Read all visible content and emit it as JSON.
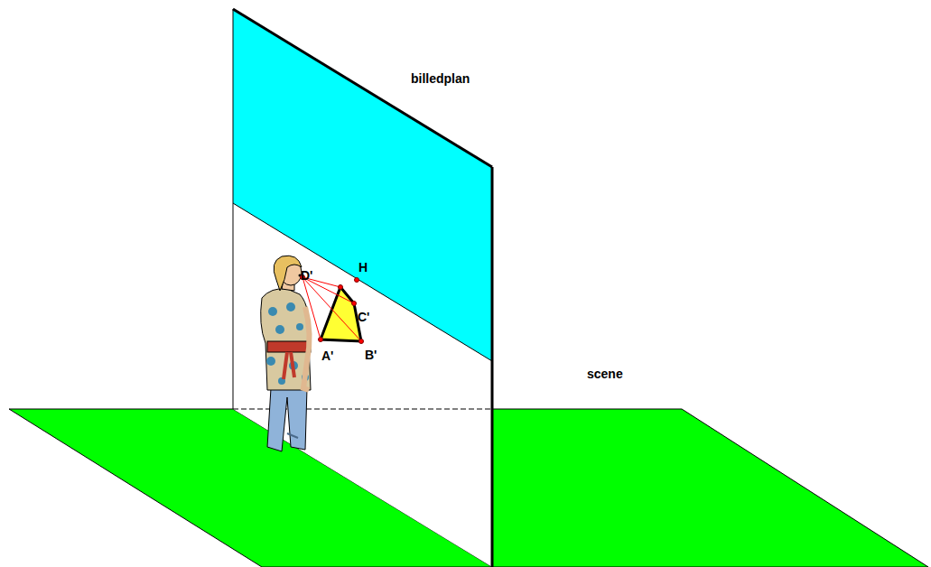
{
  "diagram": {
    "labels": [
      "billedplan",
      "scene",
      "H",
      "D'",
      "C'",
      "A'",
      "B'"
    ]
  }
}
